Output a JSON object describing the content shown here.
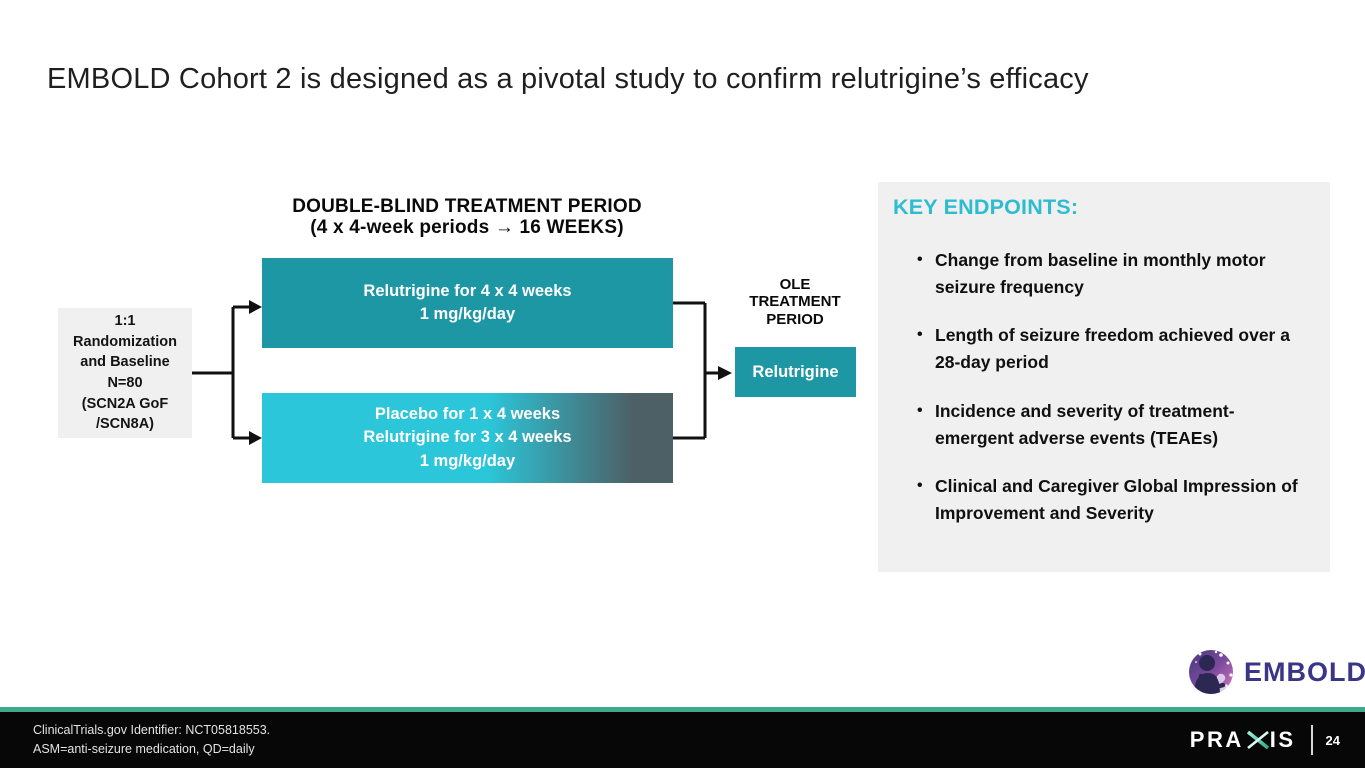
{
  "slide": {
    "title": "EMBOLD Cohort 2 is designed as a pivotal study to confirm relutrigine’s efficacy"
  },
  "diagram": {
    "header_line1": "DOUBLE-BLIND TREATMENT PERIOD",
    "header_line2": "(4 x 4-week periods → 16 WEEKS)",
    "randomization_box": "1:1\nRandomization\nand Baseline\nN=80\n(SCN2A GoF\n/SCN8A)",
    "arm1_box": "Relutrigine for 4 x 4 weeks\n1 mg/kg/day",
    "arm2_box": "Placebo for 1 x 4 weeks\nRelutrigine for 3 x 4 weeks\n1 mg/kg/day",
    "ole_header": "OLE\nTREATMENT\nPERIOD",
    "ole_box_label": "Relutrigine"
  },
  "endpoints": {
    "heading": "KEY ENDPOINTS:",
    "items": [
      "Change from baseline in monthly motor seizure frequency",
      "Length of seizure freedom achieved over a 28-day period",
      "Incidence and severity of treatment-emergent adverse events (TEAEs)",
      "Clinical and Caregiver Global Impression of Improvement and Severity"
    ]
  },
  "embold_logo": {
    "label": "EMBOLD"
  },
  "footer": {
    "note_line1": "ClinicalTrials.gov Identifier: NCT05818553.",
    "note_line2": "ASM=anti-seizure medication, QD=daily",
    "brand_left": "PRA",
    "brand_right": "IS",
    "page_number": "24"
  },
  "colors": {
    "teal_box": "#1e97a5",
    "cyan_gradient_start": "#2bc6d9",
    "slate_gradient_end": "#4d6066",
    "endpoints_heading": "#2fbcd1",
    "panel_background": "#f0f0f0",
    "footer_accent": "#3fa98e",
    "footer_background": "#070707",
    "embold_text": "#3b3585"
  }
}
